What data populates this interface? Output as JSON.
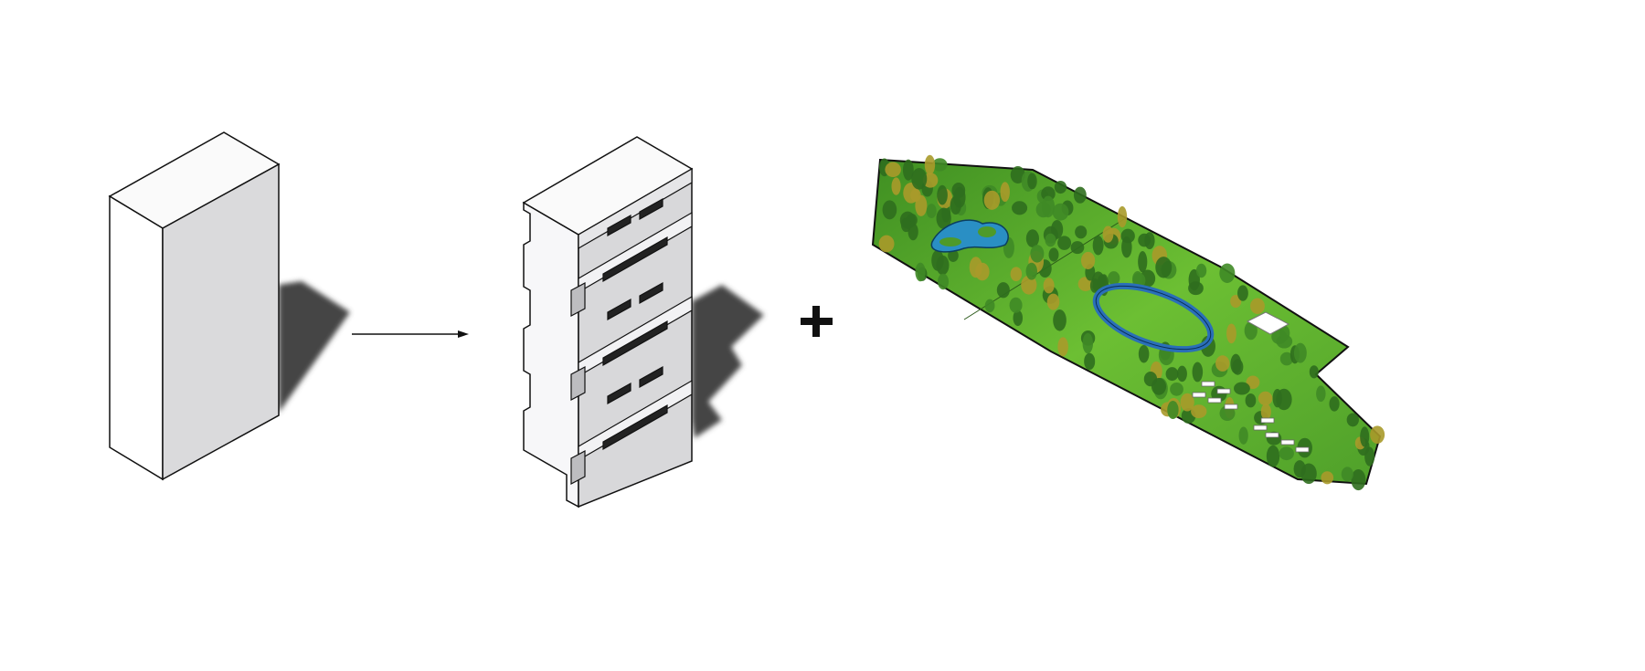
{
  "diagram": {
    "steps": [
      {
        "name": "simple-block",
        "icon": "box-massing"
      },
      {
        "name": "arrow",
        "icon": "arrow-right-icon"
      },
      {
        "name": "stepped-building",
        "icon": "stepped-massing"
      },
      {
        "name": "plus",
        "icon": "plus-icon"
      },
      {
        "name": "park-site",
        "icon": "landscape-plan"
      }
    ],
    "colors": {
      "outline": "#111111",
      "face_light": "#f7f7f9",
      "face_gray": "#d9d9db",
      "shadow": "#4a4a4a",
      "grass": "#5aa82a",
      "tree_dark": "#2f6e1e",
      "tree_mid": "#3f8a26",
      "tree_autumn": "#a89a2a",
      "water": "#2a8fc4"
    }
  }
}
